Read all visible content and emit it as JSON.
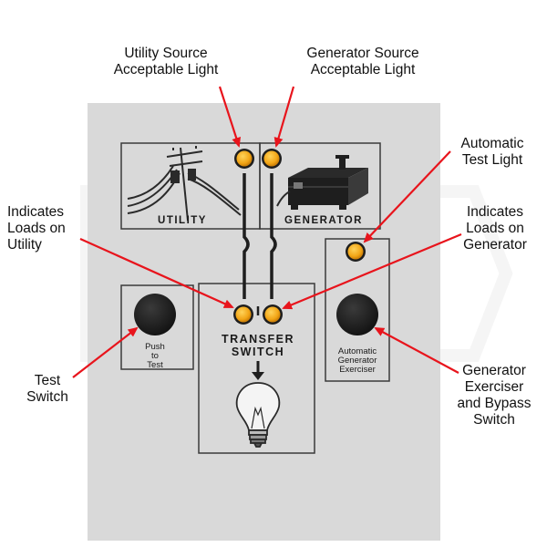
{
  "callouts": {
    "utility_source": {
      "line1": "Utility Source",
      "line2": "Acceptable Light"
    },
    "generator_source": {
      "line1": "Generator Source",
      "line2": "Acceptable Light"
    },
    "automatic_test": {
      "line1": "Automatic",
      "line2": "Test Light"
    },
    "loads_on_utility": {
      "line1": "Indicates",
      "line2": "Loads on",
      "line3": "Utility"
    },
    "loads_on_generator": {
      "line1": "Indicates",
      "line2": "Loads on",
      "line3": "Generator"
    },
    "test_switch": {
      "line1": "Test",
      "line2": "Switch"
    },
    "exerciser_bypass": {
      "line1": "Generator",
      "line2": "Exerciser",
      "line3": "and Bypass",
      "line4": "Switch"
    }
  },
  "panel": {
    "utility_label": "UTILITY",
    "generator_label": "GENERATOR",
    "transfer_switch": {
      "line1": "TRANSFER",
      "line2": "SWITCH"
    },
    "push_to_test": {
      "line1": "Push",
      "line2": "to",
      "line3": "Test"
    },
    "exerciser_label": {
      "line1": "Automatic",
      "line2": "Generator",
      "line3": "Exerciser"
    }
  },
  "colors": {
    "panel": "#d9d9d9",
    "lines": "#3a3a3a",
    "arrow": "#e8141c",
    "light_fill": "#f2a516",
    "button": "#1e1e1e",
    "watermark": "#ececec"
  },
  "icons": [
    "utility-pole-icon",
    "generator-icon",
    "light-bulb-icon",
    "down-arrow-icon"
  ]
}
